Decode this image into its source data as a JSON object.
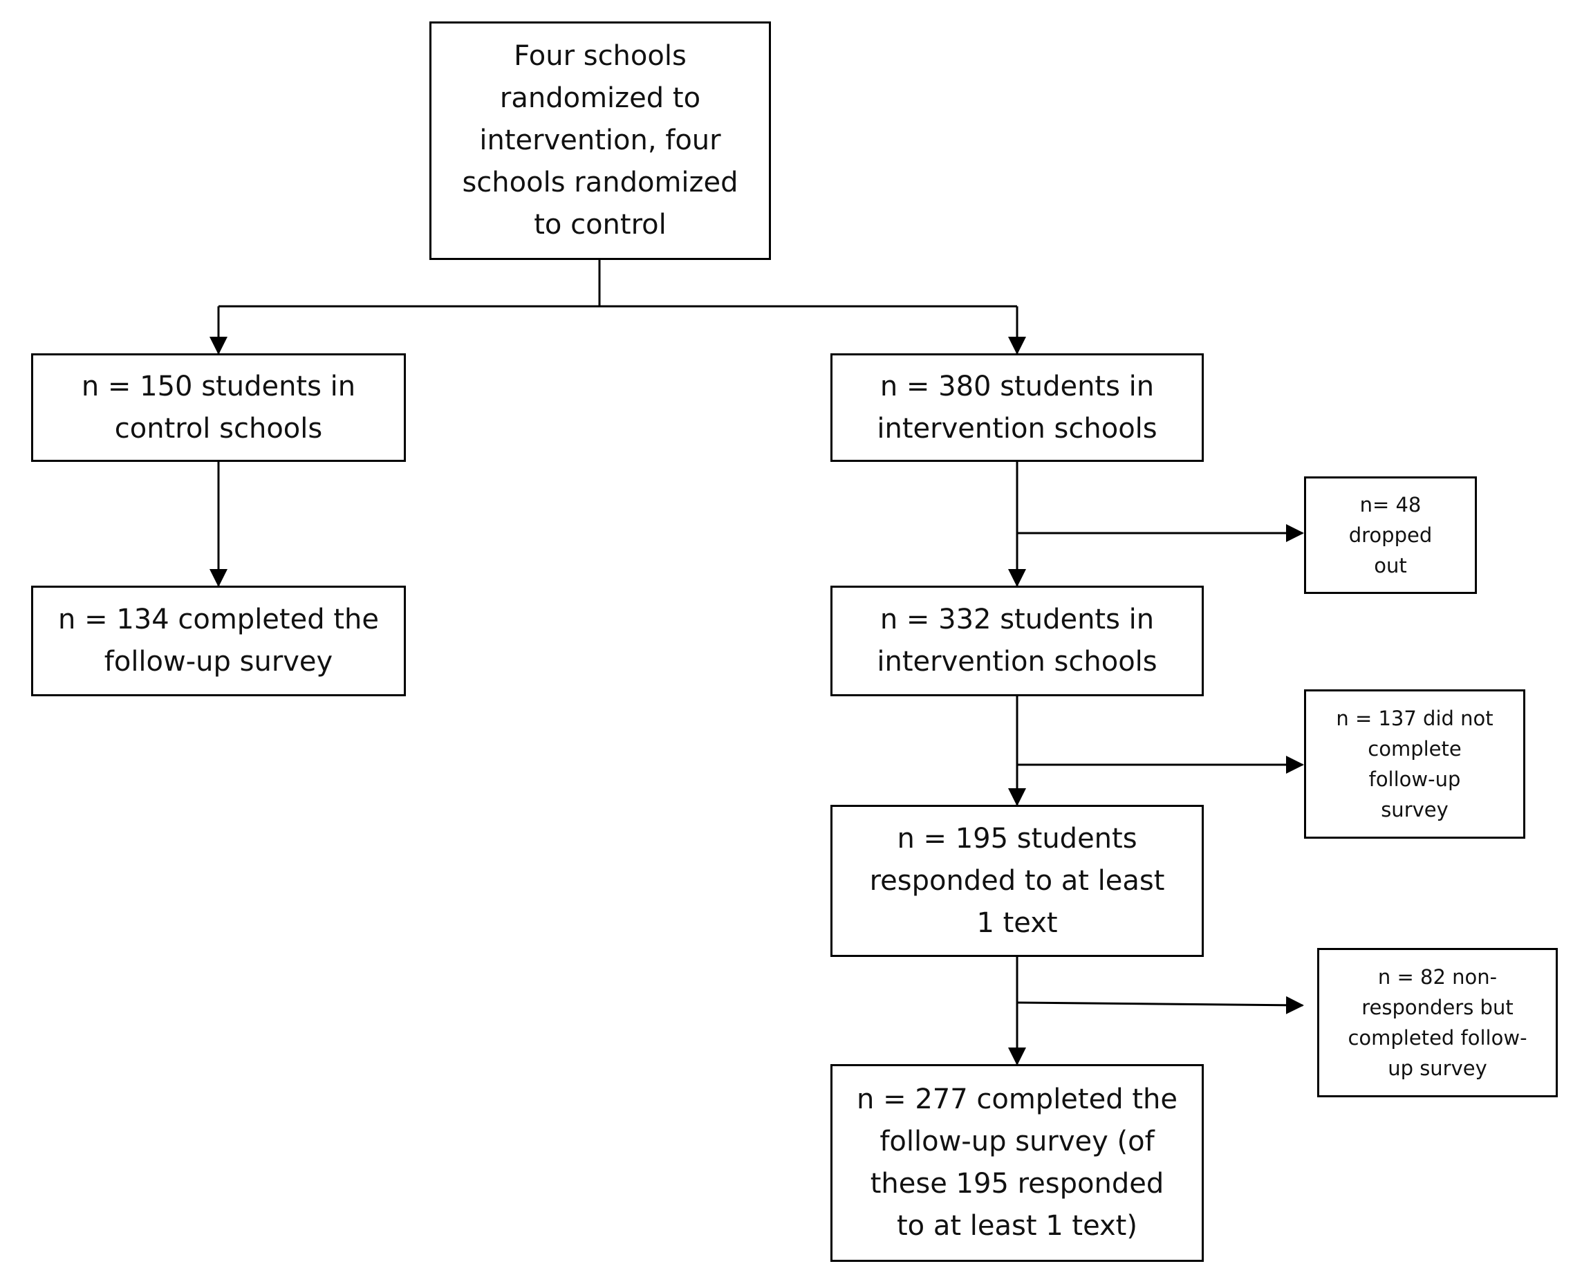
{
  "flowchart": {
    "root": "Four schools\nrandomized to\nintervention, four\nschools randomized\nto control",
    "control_enrolled": "n = 150 students in\ncontrol schools",
    "control_completed": "n = 134 completed the\nfollow-up survey",
    "intervention_enrolled": "n = 380 students in\nintervention schools",
    "intervention_dropped": "n= 48\ndropped\nout",
    "intervention_remaining": "n = 332 students in\nintervention schools",
    "intervention_not_completed": "n = 137 did not\ncomplete\nfollow-up\nsurvey",
    "intervention_responded": "n = 195 students\nresponded to at least\n1 text",
    "intervention_nonresponders": "n = 82 non-\nresponders but\ncompleted follow-\nup survey",
    "intervention_completed": "n = 277 completed the\nfollow-up survey (of\nthese 195 responded\nto at least 1 text)"
  },
  "colors": {
    "line": "#000000",
    "box_border": "#000000",
    "text": "#111111",
    "background": "#ffffff"
  }
}
